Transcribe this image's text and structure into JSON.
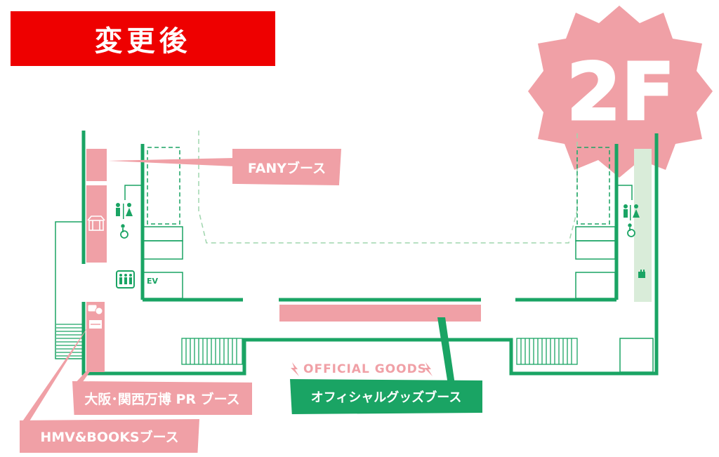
{
  "banner": {
    "label": "変更後"
  },
  "floor": {
    "label": "2F"
  },
  "booths": {
    "fany": "FANYブース",
    "osaka_expo": "大阪･関西万博 PR ブース",
    "hmv_books": "HMV&BOOKSブース",
    "official_goods_heading": "OFFICIAL GOODS",
    "official_goods_booth": "オフィシャルグッズブース"
  },
  "facilities": {
    "elevator": "EV"
  },
  "colors": {
    "banner_red": "#ee0000",
    "booth_pink": "#f0a0a6",
    "wall_green": "#1aa464",
    "background": "#ffffff",
    "dashed_area": "#9fd5ad",
    "green_zone": "#d9ecd9"
  },
  "icons": [
    "restroom-icon",
    "wheelchair-icon",
    "elevator-icon",
    "stairs-icon",
    "escalator-icon",
    "shop-icon",
    "cafe-icon",
    "smoking-area-icon",
    "lightning-icon"
  ]
}
